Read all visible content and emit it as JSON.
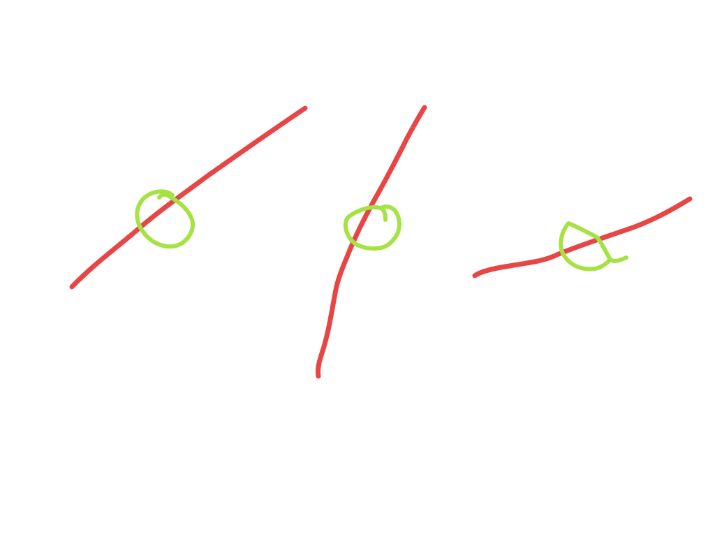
{
  "canvas": {
    "background": "#ffffff"
  },
  "colors": {
    "line_stroke": "#e84545",
    "circle_stroke": "#a6e244"
  },
  "sketch": {
    "lines": [
      {
        "id": "line-1",
        "description_visible": false
      },
      {
        "id": "line-2",
        "description_visible": false
      },
      {
        "id": "line-3",
        "description_visible": false
      }
    ],
    "loops": [
      {
        "id": "loop-1",
        "on": "line-1"
      },
      {
        "id": "loop-2",
        "on": "line-2"
      },
      {
        "id": "loop-3",
        "on": "line-3"
      }
    ]
  }
}
